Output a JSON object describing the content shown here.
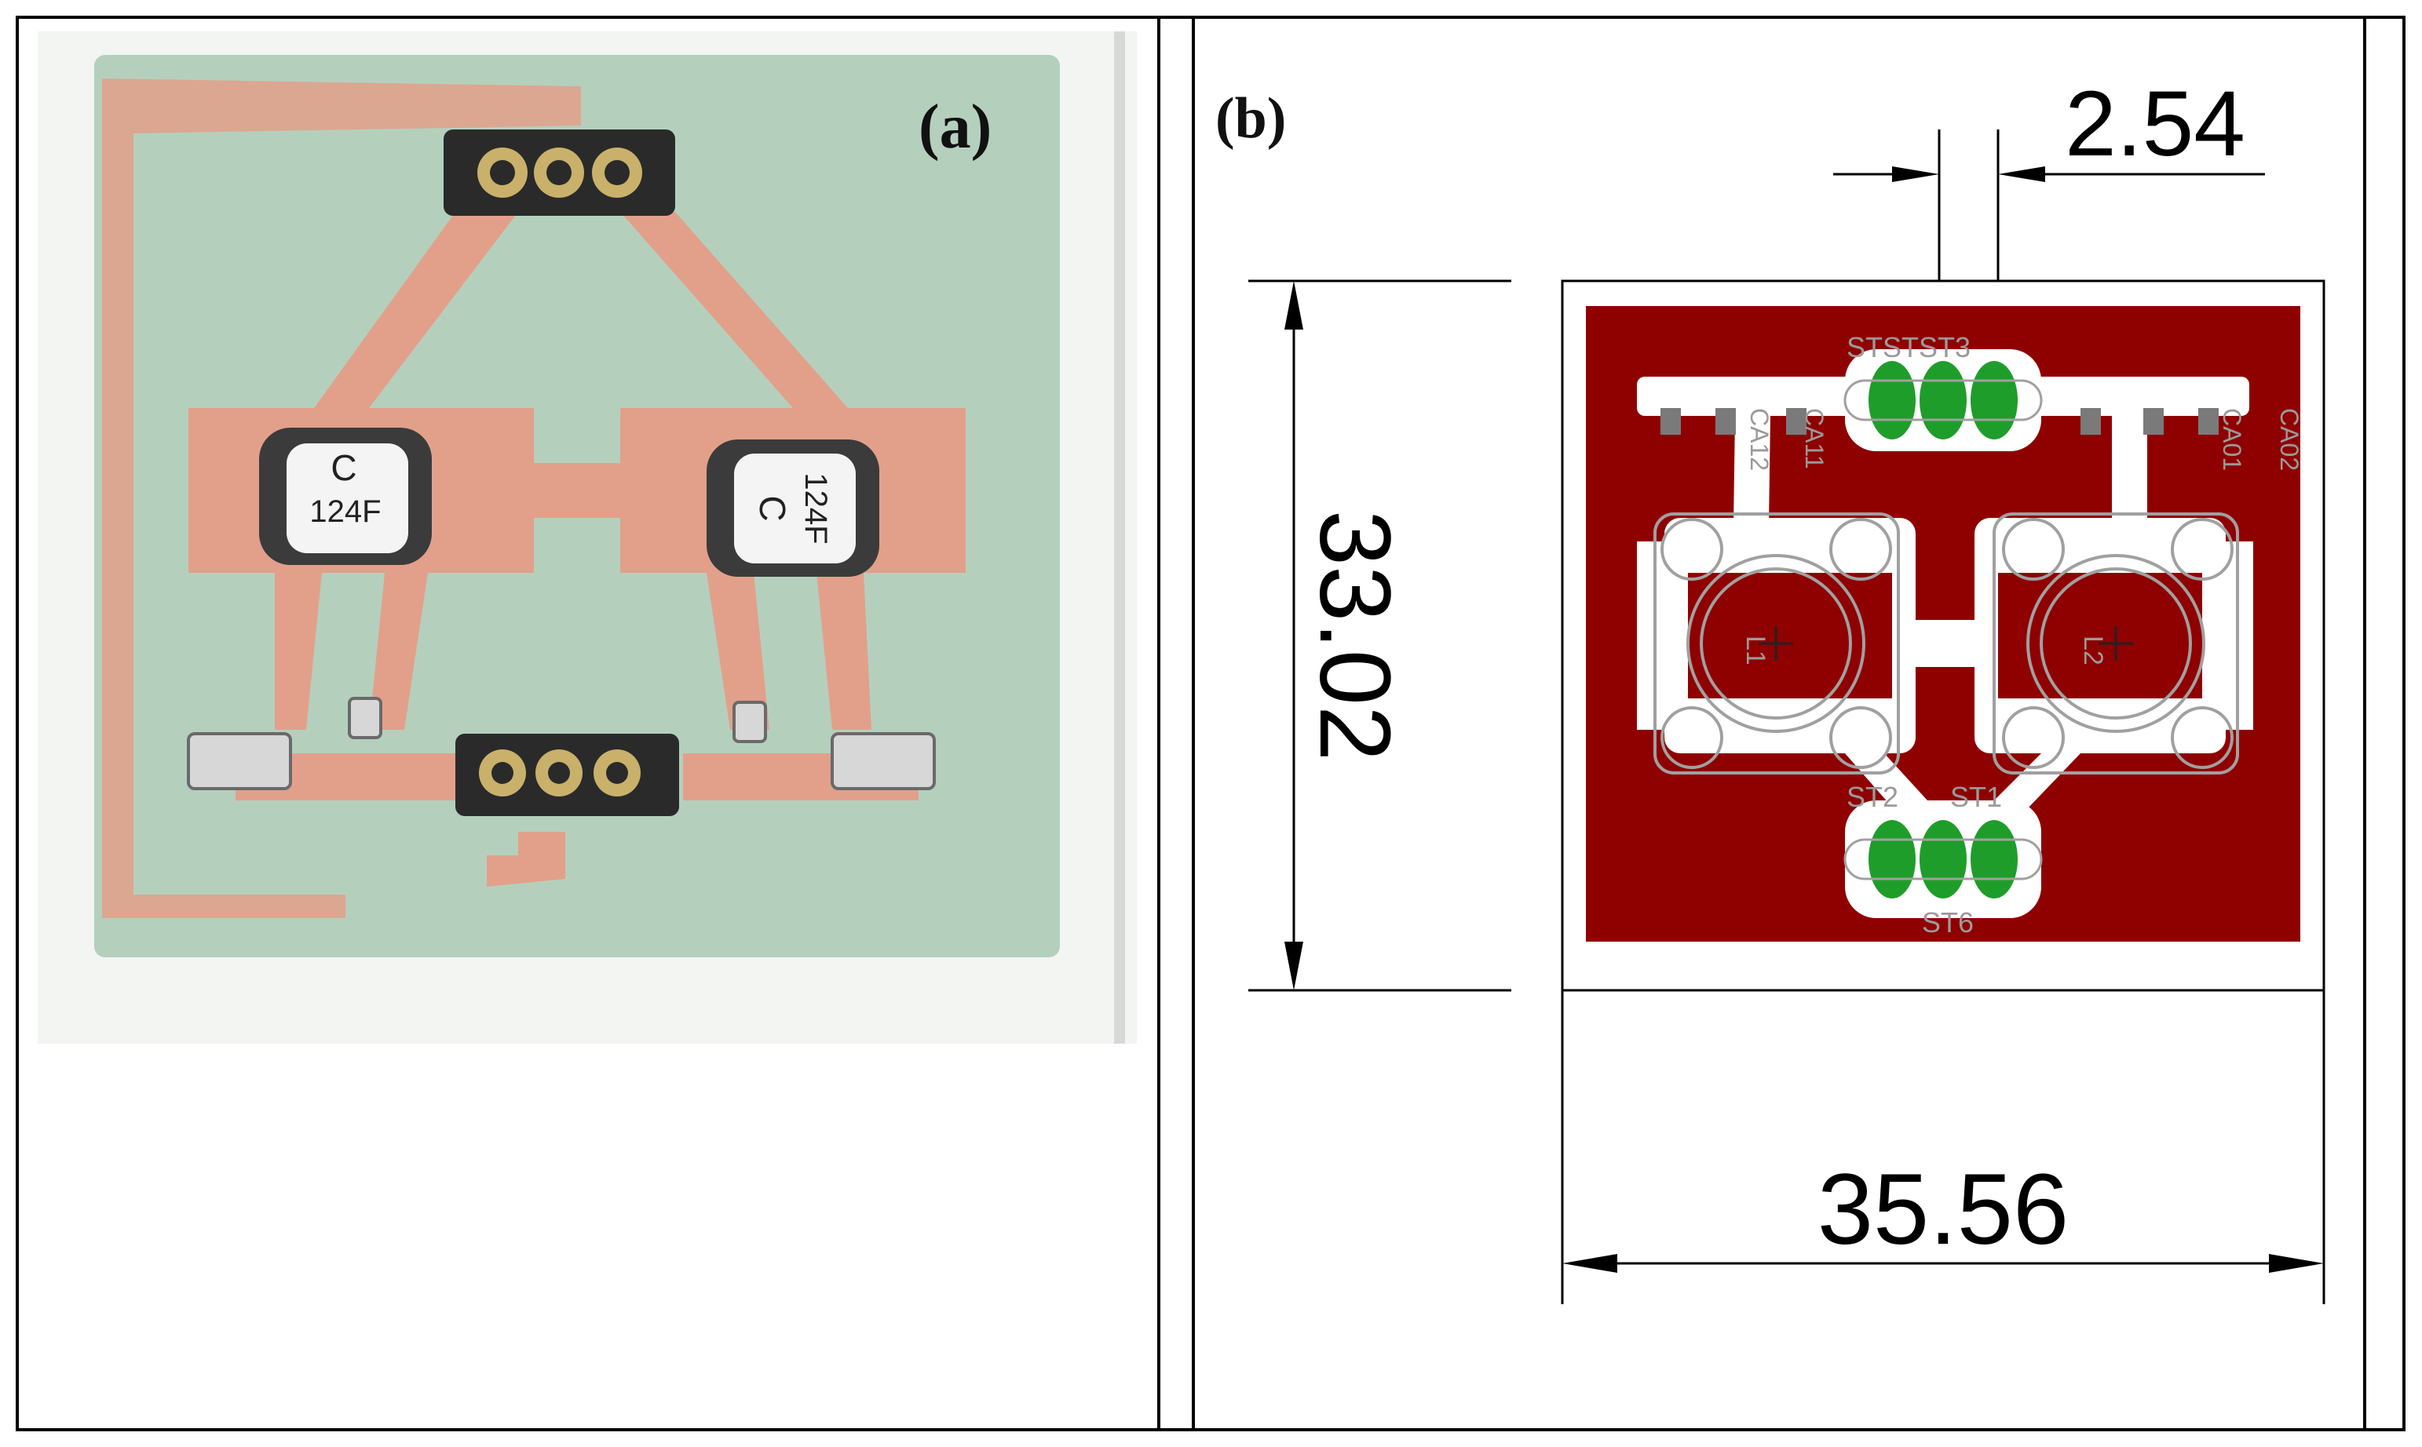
{
  "panels": {
    "a": {
      "label": "(a)"
    },
    "b": {
      "label": "(b)"
    }
  },
  "photo": {
    "inductor_left_marking": "124F",
    "inductor_right_marking": "124F",
    "logo_glyph": "C"
  },
  "dimensions": {
    "height": "33.02",
    "width": "35.56",
    "pitch": "2.54"
  },
  "layout_labels": {
    "top_pads": "STSTST3",
    "bottom_pads_1": "ST2",
    "bottom_pads_2": "ST1",
    "bottom_pads_3": "ST6",
    "side_right": "CA02",
    "side_right_2": "CA01",
    "side_left": "CA12",
    "side_left_2": "CA11",
    "coil_left": "L1",
    "coil_right": "L2"
  },
  "colors": {
    "board_photo": "#a9c9b3",
    "copper_photo": "#e2a08a",
    "layout_copper": "#8f0000",
    "pad_green": "#1f9d2a",
    "outline_gray": "#a0a0a0"
  }
}
